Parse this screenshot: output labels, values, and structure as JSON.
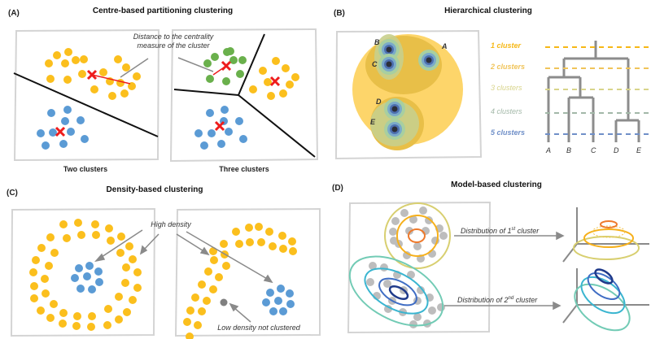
{
  "colors": {
    "yellow": "#fbbf1d",
    "blue": "#5b9bd5",
    "green": "#6ab04c",
    "gray_point": "#bdbdbd",
    "centroid": "#ee1c1c",
    "frame": "#d4d4d4",
    "arrow": "#8a8a8a",
    "boundary": "#111111",
    "dendrogram": "#8c8c8c"
  },
  "panels": {
    "A": {
      "letter": "(A)",
      "title": "Centre-based partitioning clustering",
      "annotation_line1": "Distance to the centrality",
      "annotation_line2": "measure of the cluster",
      "left_caption": "Two clusters",
      "right_caption": "Three clusters"
    },
    "B": {
      "letter": "(B)",
      "title": "Hierarchical clustering",
      "points": [
        "A",
        "B",
        "C",
        "D",
        "E"
      ],
      "levels": [
        {
          "label": "1 cluster",
          "color": "#f6b816"
        },
        {
          "label": "2 clusters",
          "color": "#f0c45a"
        },
        {
          "label": "3 clusters",
          "color": "#d8d48a"
        },
        {
          "label": "4 clusters",
          "color": "#a3b8a8"
        },
        {
          "label": "5 clusters",
          "color": "#6f8fc8"
        }
      ],
      "leaves": [
        "A",
        "B",
        "C",
        "D",
        "E"
      ]
    },
    "C": {
      "letter": "(C)",
      "title": "Density-based clustering",
      "high_density_label": "High density",
      "low_density_label": "Low density not clustered"
    },
    "D": {
      "letter": "(D)",
      "title": "Model-based clustering",
      "dist1_prefix": "Distribution of 1",
      "dist1_sup": "st",
      "dist1_suffix": " cluster",
      "dist2_prefix": "Distribution of 2",
      "dist2_sup": "nd",
      "dist2_suffix": " cluster"
    }
  }
}
